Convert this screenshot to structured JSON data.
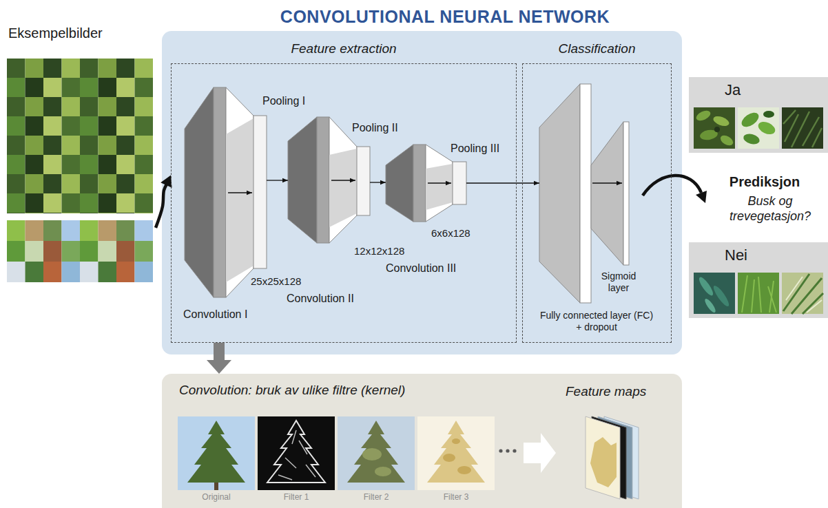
{
  "diagram": {
    "title": "CONVOLUTIONAL NEURAL NETWORK",
    "nodes": [
      {
        "text": [
          "Eksempelbilder"
        ]
      },
      {
        "text": [
          "Feature extraction"
        ]
      },
      {
        "text": [
          "Classification"
        ]
      },
      {
        "text": [
          "Ja"
        ]
      },
      {
        "text": [
          "Nei"
        ]
      },
      {
        "text": [
          "Convolution: bruk av ulike filtre (kernel)",
          "Feature maps"
        ]
      }
    ],
    "edges": [
      {
        "from": 0,
        "to": 1,
        "arrow": "to"
      },
      {
        "from": 1,
        "to": 5,
        "arrow": "to"
      }
    ],
    "labels": [
      "Pooling I",
      "25x25x128",
      "Convolution I",
      "Pooling II",
      "12x12x128",
      "Convolution II",
      "Pooling III",
      "6x6x128",
      "Convolution III",
      "Sigmoid layer",
      "Fully connected layer (FC) + dropout",
      "Prediksjon",
      "Busk og trevegetasjon?",
      "Original",
      "Filter 1",
      "Filter 2",
      "Filter 3"
    ]
  }
}
